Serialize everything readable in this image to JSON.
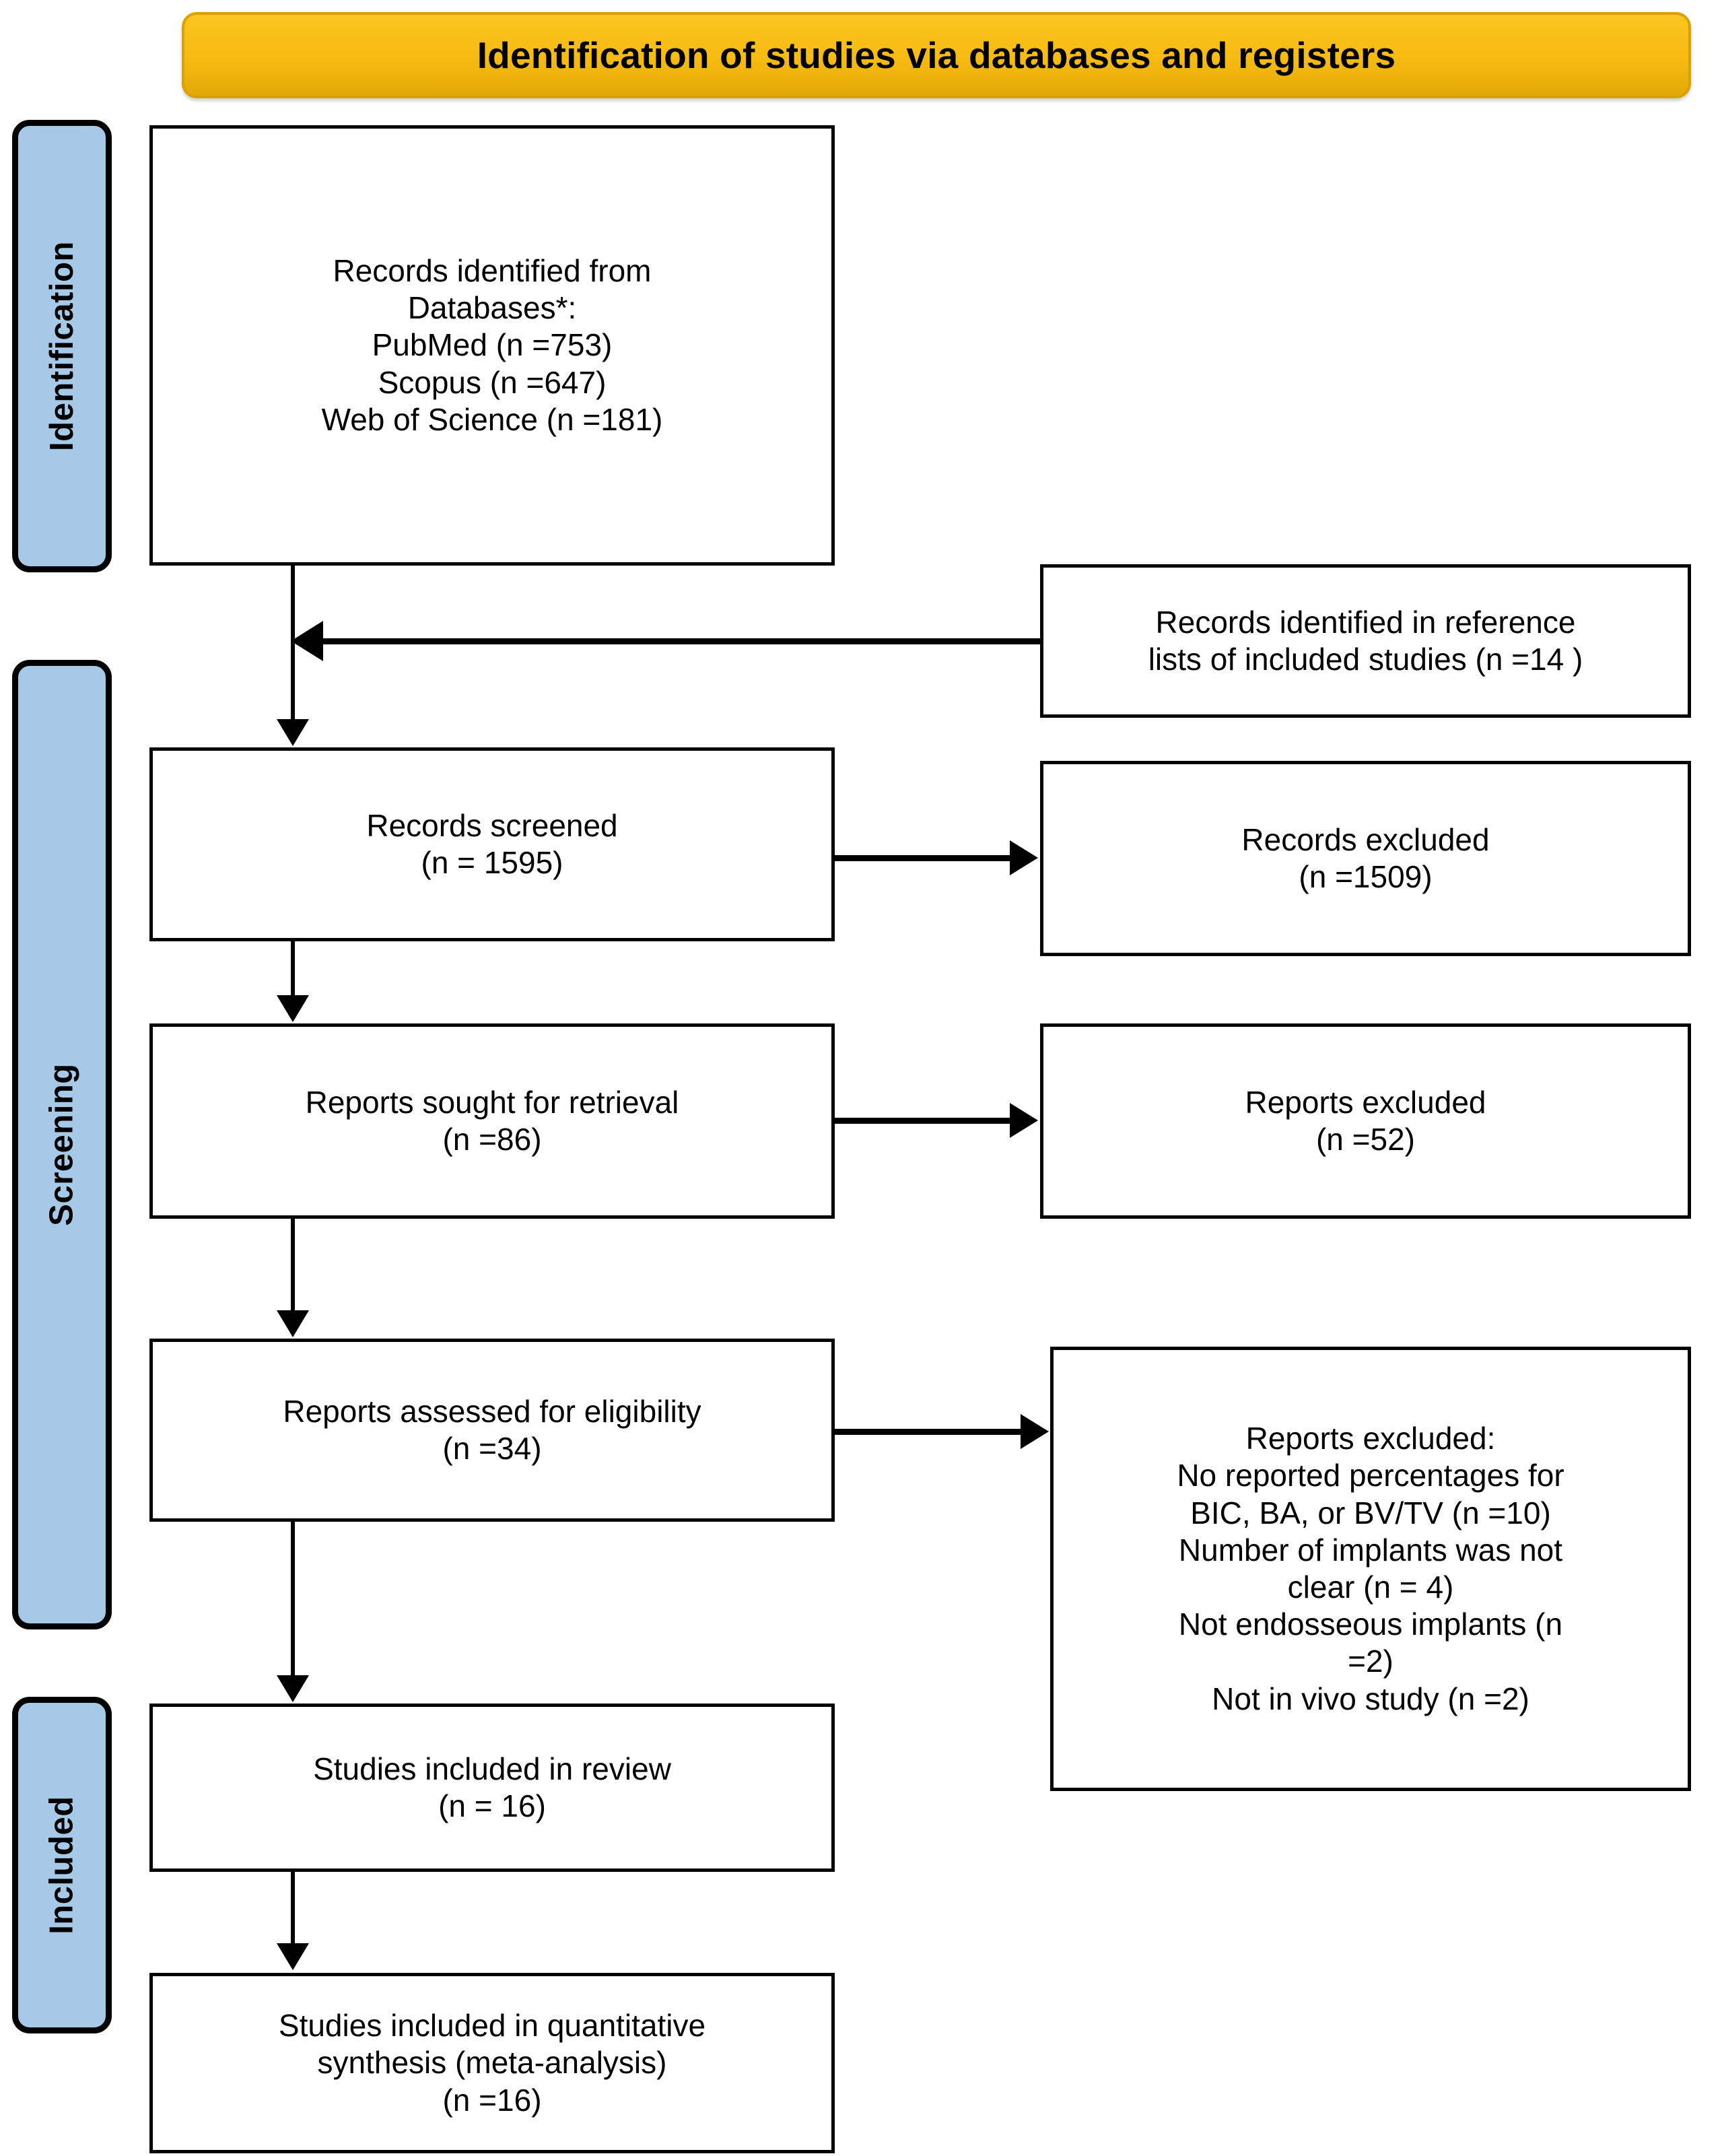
{
  "banner": {
    "title": "Identification of studies via databases and registers"
  },
  "rails": [
    {
      "id": "identification",
      "label": "Identification"
    },
    {
      "id": "screening",
      "label": "Screening"
    },
    {
      "id": "included",
      "label": "Included"
    }
  ],
  "boxes": {
    "identified": "Records identified from\nDatabases*:\nPubMed (n =753)\nScopus (n =647)\nWeb of Science (n =181)",
    "ref_lists": "Records identified in reference\nlists of included studies (n =14 )",
    "screened": "Records screened\n(n = 1595)",
    "records_excluded": "Records excluded\n(n =1509)",
    "sought": "Reports sought for retrieval\n(n =86)",
    "reports_excluded": "Reports excluded\n(n =52)",
    "assessed": "Reports assessed for eligibility\n(n =34)",
    "reports_excluded_detail": "Reports excluded:\nNo reported percentages for\nBIC, BA, or BV/TV (n =10)\nNumber of implants was not\nclear (n = 4)\nNot endosseous implants (n\n=2)\nNot in vivo study (n =2)",
    "included_review": "Studies included in review\n(n = 16)",
    "meta_analysis": "Studies included in quantitative\nsynthesis (meta-analysis)\n(n =16)"
  },
  "counts": {
    "pubmed": 753,
    "scopus": 647,
    "web_of_science": 181,
    "reference_lists": 14,
    "records_screened": 1595,
    "records_excluded": 1509,
    "reports_sought": 86,
    "reports_excluded": 52,
    "reports_assessed": 34,
    "excluded_no_percentages": 10,
    "excluded_implant_number_unclear": 4,
    "excluded_not_endosseous": 2,
    "excluded_not_in_vivo": 2,
    "studies_included_review": 16,
    "studies_included_meta": 16
  },
  "colors": {
    "banner_fill": "#FBC41F",
    "banner_border": "#D9A200",
    "rail_fill": "#A6C9E8",
    "rail_border": "#000000",
    "box_border": "#000000",
    "box_fill": "#FFFFFF",
    "text": "#000000"
  }
}
